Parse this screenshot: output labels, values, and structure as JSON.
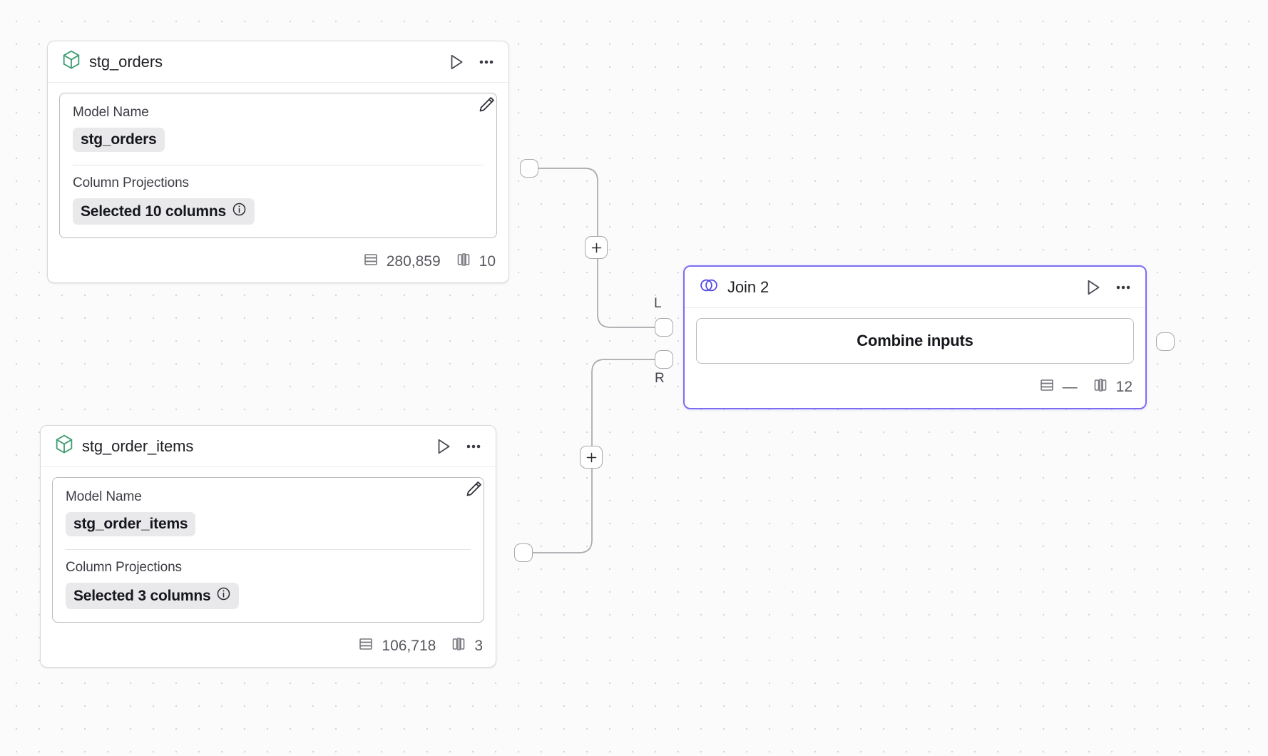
{
  "canvas": {
    "background_color": "#fbfbfb",
    "dot_color": "#d6d6da",
    "accent_color": "#7c6cf5",
    "model_icon_color": "#3f9e72",
    "join_icon_color": "#4f46e5"
  },
  "nodes": [
    {
      "id": "stg_orders",
      "type": "model",
      "icon": "cube-icon",
      "title": "stg_orders",
      "run_label": "Run",
      "more_label": "More options",
      "fields": {
        "model_name_label": "Model Name",
        "model_name_value": "stg_orders",
        "column_projections_label": "Column Projections",
        "column_projections_value": "Selected 10 columns"
      },
      "footer": {
        "rows": "280,859",
        "columns": "10"
      }
    },
    {
      "id": "stg_order_items",
      "type": "model",
      "icon": "cube-icon",
      "title": "stg_order_items",
      "run_label": "Run",
      "more_label": "More options",
      "fields": {
        "model_name_label": "Model Name",
        "model_name_value": "stg_order_items",
        "column_projections_label": "Column Projections",
        "column_projections_value": "Selected 3 columns"
      },
      "footer": {
        "rows": "106,718",
        "columns": "3"
      }
    },
    {
      "id": "join_2",
      "type": "join",
      "icon": "venn-join-icon",
      "title": "Join 2",
      "selected": true,
      "run_label": "Run",
      "more_label": "More options",
      "body": {
        "combine_label": "Combine inputs"
      },
      "inputs": {
        "left_label": "L",
        "right_label": "R"
      },
      "footer": {
        "rows": "—",
        "columns": "12"
      }
    }
  ],
  "edges": [
    {
      "id": "edge-orders-to-left",
      "from": "stg_orders",
      "to": "join_2.L",
      "add_button_label": "+"
    },
    {
      "id": "edge-order-items-to-right",
      "from": "stg_order_items",
      "to": "join_2.R",
      "add_button_label": "+"
    }
  ]
}
